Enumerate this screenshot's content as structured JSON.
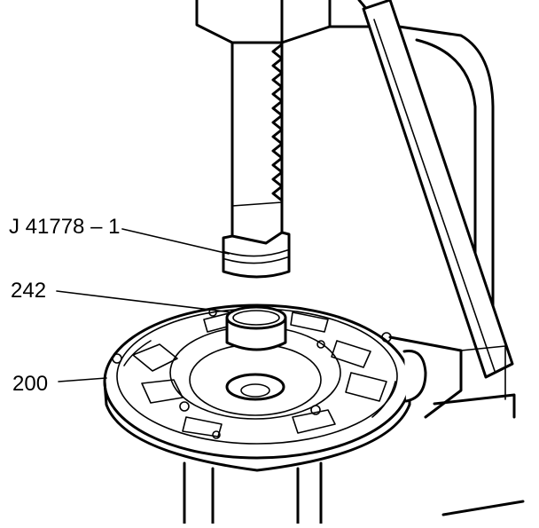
{
  "labels": {
    "tool": "J 41778 – 1",
    "bushing": "242",
    "pump_body": "200"
  },
  "colors": {
    "line": "#000000",
    "background": "#ffffff"
  }
}
